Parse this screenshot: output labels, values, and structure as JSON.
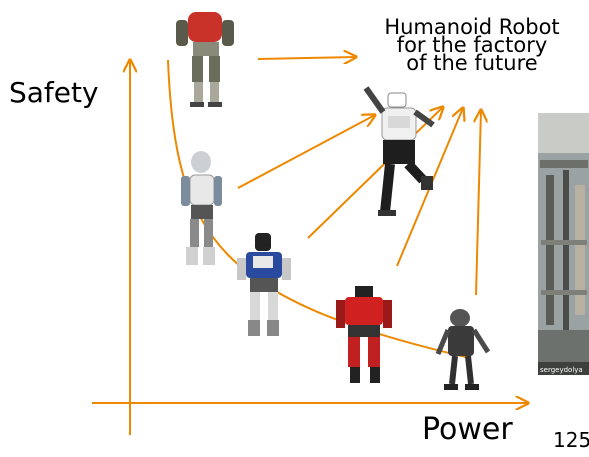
{
  "title_lines": [
    "Humanoid Robot",
    "for the factory",
    "of the future"
  ],
  "axes": {
    "y_label": "Safety",
    "x_label": "Power"
  },
  "page_number": "125",
  "factory_photo_caption": "sergeydolya",
  "colors": {
    "arrow": "#ee8800",
    "robot_red": "#d02020",
    "robot_blue": "#2a4aa0",
    "robot_dark": "#303030",
    "robot_grey": "#8a8a8a",
    "robot_white": "#e8e8e8"
  }
}
